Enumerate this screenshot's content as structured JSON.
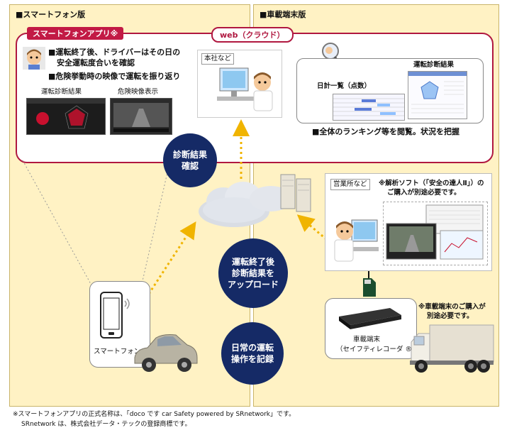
{
  "left_section": {
    "title": "■スマートフォン版",
    "app_tag": "スマートフォンアプリ※",
    "bullet1_line1": "■運転終了後、ドライバーはその日の",
    "bullet1_line2": "安全運転度合いを確認",
    "bullet2": "■危険挙動時の映像で運転を振り返り",
    "label_diag": "運転診断結果",
    "label_video": "危険映像表示",
    "smartphone_label": "スマートフォン"
  },
  "right_section": {
    "title": "■車載端末版",
    "web_tag": "web（クラウド）",
    "hq_label": "本社など",
    "daily_list": "日計一覧（点数）",
    "diag_result": "運転診断結果",
    "ranking": "■全体のランキング等を閲覧。状況を把握",
    "office_label": "営業所など",
    "software_note_line1": "※解析ソフト（「安全の達人Ⅱ」）の",
    "software_note_line2": "ご購入が別途必要です。",
    "device_note_line1": "※車載端末のご購入が",
    "device_note_line2": "別途必要です。",
    "device_label_line1": "車載端末",
    "device_label_line2": "（セイフティレコーダ ®）"
  },
  "circles": {
    "c1_line1": "診断結果",
    "c1_line2": "確認",
    "c2_line1": "運転終了後",
    "c2_line2": "診断結果を",
    "c2_line3": "アップロード",
    "c3_line1": "日常の運転",
    "c3_line2": "操作を記録"
  },
  "footer": {
    "line1": "※スマートフォンアプリの正式名称は、「doco です car Safety powered by SRnetwork」です。",
    "line2": "SRnetwork は、株式会社データ・テックの登録商標です。"
  },
  "colors": {
    "panel_bg": "#fff2c4",
    "accent_red": "#b01840",
    "circle_navy": "#152a66",
    "arrow_yellow": "#f0b400"
  }
}
